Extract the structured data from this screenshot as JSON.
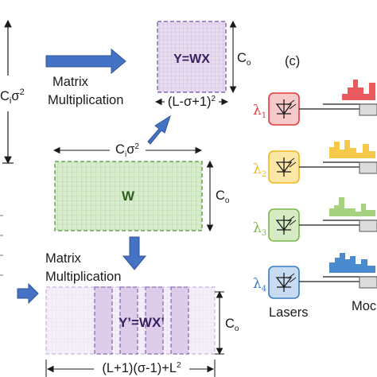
{
  "top_matrix": {
    "equation": "Y=WX",
    "rows_label": "C",
    "rows_sub": "o",
    "cols_label_prefix": "(L-σ+1)",
    "cols_label_sup": "2"
  },
  "left_dimension": {
    "label": "C",
    "sub": "i",
    "suffix": "σ",
    "sup": "2"
  },
  "upper_caption": {
    "line1": "Matrix",
    "line2": "Multiplication"
  },
  "weight_matrix": {
    "label": "W",
    "cols_label": "C",
    "cols_sub": "i",
    "cols_suffix": "σ",
    "cols_sup": "2",
    "rows_label": "C",
    "rows_sub": "o"
  },
  "lower_caption": {
    "line1": "Matrix",
    "line2": "Multiplication"
  },
  "bottom_matrix": {
    "equation": "Y’=WX’",
    "rows_label": "C",
    "rows_sub": "o",
    "cols_label": "(L+1)(σ-1)+L",
    "cols_sup": "2"
  },
  "panel_c": {
    "label": "(c)",
    "lasers_label": "Lasers",
    "modulators_label": "Moc",
    "lasers": [
      {
        "symbol": "λ",
        "sub": "1",
        "color": "#e03a3e",
        "fill": "#f7c9c9"
      },
      {
        "symbol": "λ",
        "sub": "2",
        "color": "#f2b61c",
        "fill": "#fde7a6"
      },
      {
        "symbol": "λ",
        "sub": "3",
        "color": "#7ab648",
        "fill": "#d6ebc4"
      },
      {
        "symbol": "λ",
        "sub": "4",
        "color": "#3a7cc3",
        "fill": "#c7dcf2"
      }
    ]
  },
  "colors": {
    "arrow": "#4472c4",
    "weight_fill": "#d9ecd0",
    "weight_border": "#6aa84f",
    "output_fill": "#e7dcef",
    "output_border": "#8a6fb0",
    "bottom_fill": "#f5eff9"
  }
}
